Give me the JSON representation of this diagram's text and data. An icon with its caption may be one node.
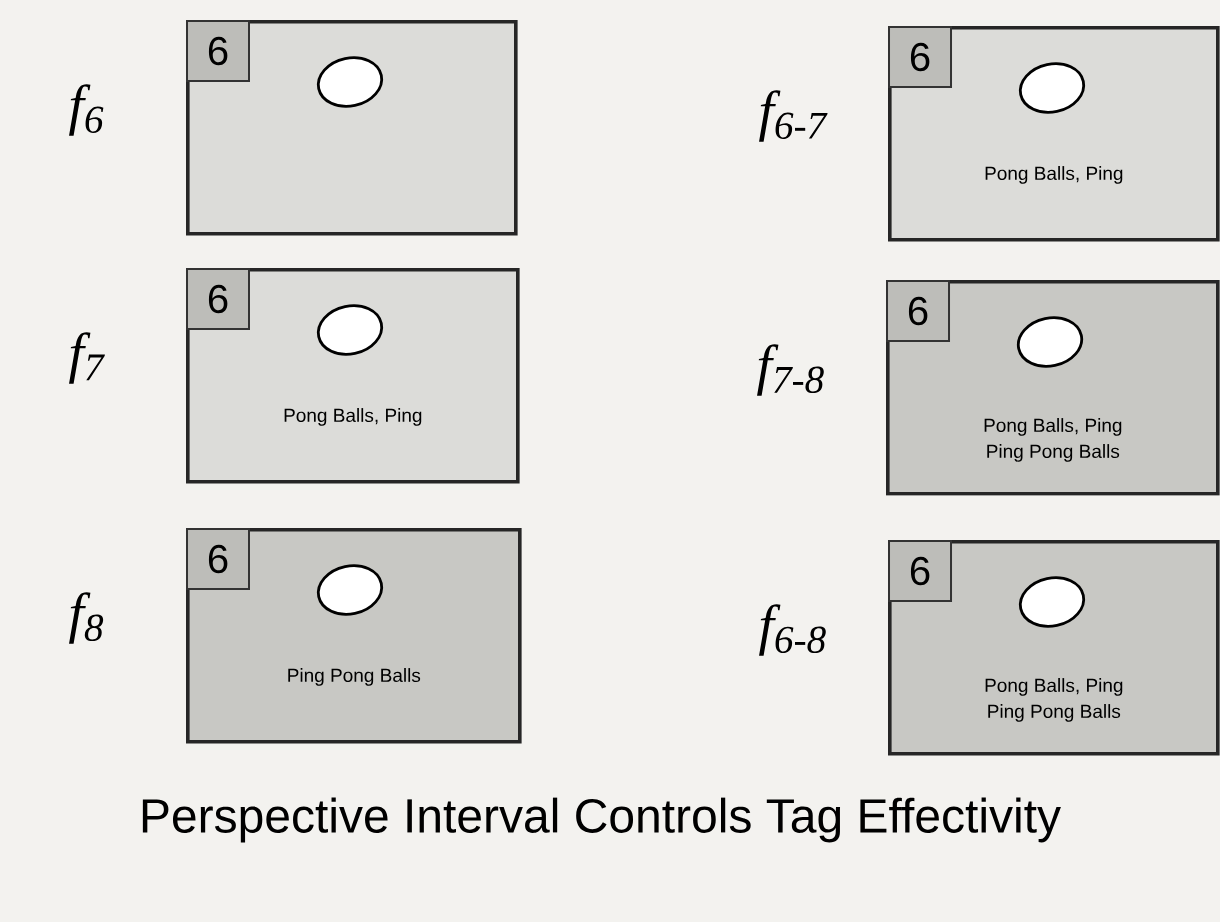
{
  "diagram": {
    "caption": "Perspective Interval Controls Tag Effectivity",
    "nodes": [
      {
        "text": [],
        "shape": "box",
        "beside": [
          "f$_{6}$"
        ]
      },
      {
        "text": [
          "6"
        ],
        "in": 0
      },
      {
        "text": [
          "Pong Balls, Ping"
        ],
        "beside": [
          "f$_{6-7}$"
        ]
      },
      {
        "text": [
          "6"
        ],
        "in": 2
      },
      {
        "text": [
          "Pong Balls, Ping"
        ],
        "beside": [
          "f$_{7}$"
        ]
      },
      {
        "text": [
          "6"
        ],
        "in": 4
      },
      {
        "text": [
          "Pong Balls, Ping",
          "Ping Pong Balls"
        ],
        "beside": [
          "f$_{7-8}$"
        ]
      },
      {
        "text": [
          "6"
        ],
        "in": 6
      },
      {
        "text": [
          "Ping Pong Balls"
        ],
        "beside": [
          "f$_{8}$"
        ]
      },
      {
        "text": [
          "6"
        ],
        "in": 8
      },
      {
        "text": [
          "Pong Balls, Ping",
          "Ping Pong Balls"
        ],
        "beside": [
          "f$_{6-8}$"
        ]
      },
      {
        "text": [
          "6"
        ],
        "in": 10
      }
    ]
  }
}
